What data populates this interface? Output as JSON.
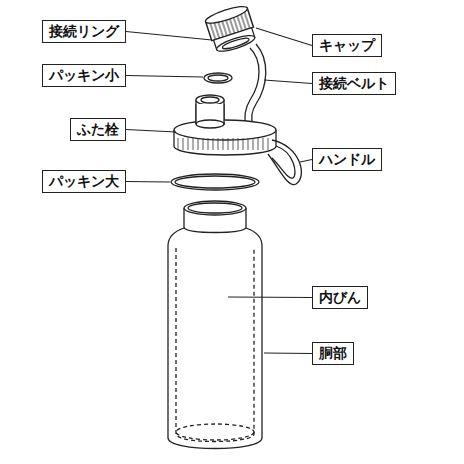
{
  "diagram": {
    "nodes": [
      {
        "text": [
          "接続リング"
        ]
      },
      {
        "text": [
          "キャップ"
        ]
      },
      {
        "text": [
          "パッキン小"
        ]
      },
      {
        "text": [
          "接続ベルト"
        ]
      },
      {
        "text": [
          "ふた栓"
        ]
      },
      {
        "text": [
          "ハンドル"
        ]
      },
      {
        "text": [
          "パッキン大"
        ]
      },
      {
        "text": [
          "内びん"
        ]
      },
      {
        "text": [
          "胴部"
        ]
      }
    ]
  }
}
